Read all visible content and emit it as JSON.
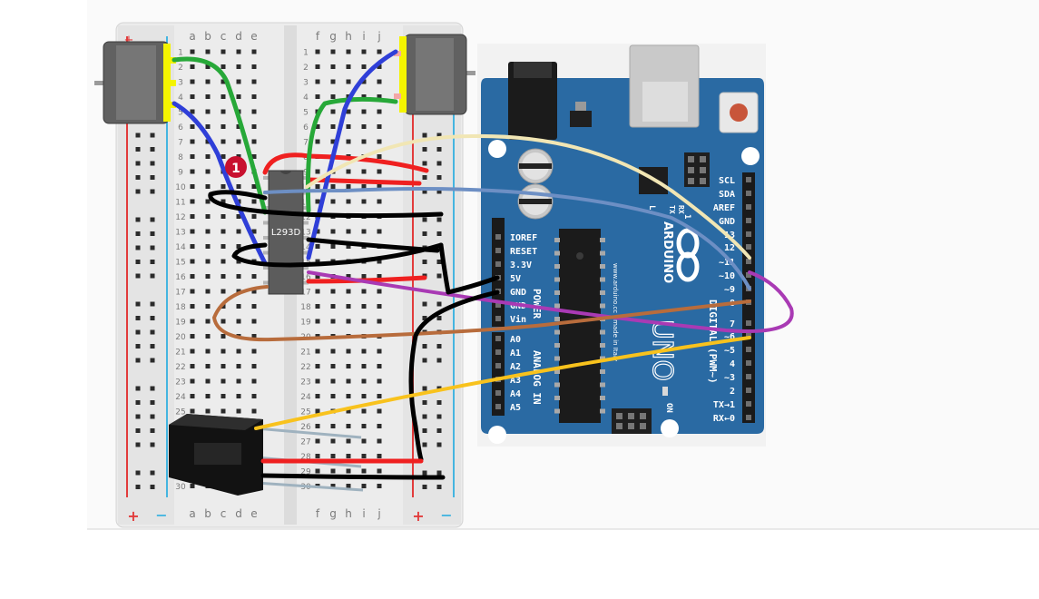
{
  "colors": {
    "board_blue": "#2a6aa3",
    "breadboard": "#ececec",
    "rail_red": "#e23b3b",
    "rail_blue": "#44b5e0",
    "wire_green": "#27a838",
    "wire_blue": "#2f3fd8",
    "wire_red": "#ef2020",
    "wire_black": "#000000",
    "wire_cream": "#f1e6b4",
    "wire_steel": "#6d8fc4",
    "wire_purple": "#a93ab4",
    "wire_brown": "#b86c3c",
    "wire_yellow": "#f8c21d",
    "motor_highlight": "#f4f400",
    "badge": "#c8102e"
  },
  "breadboard": {
    "col_letters_left": [
      "a",
      "b",
      "c",
      "d",
      "e"
    ],
    "col_letters_right": [
      "f",
      "g",
      "h",
      "i",
      "j"
    ],
    "row_numbers": [
      "1",
      "2",
      "3",
      "4",
      "5",
      "6",
      "7",
      "8",
      "9",
      "10",
      "11",
      "12",
      "13",
      "14",
      "15",
      "16",
      "17",
      "18",
      "19",
      "20",
      "21",
      "22",
      "23",
      "24",
      "25",
      "26",
      "27",
      "28",
      "29",
      "30"
    ],
    "rail_plus": "+",
    "rail_minus": "−"
  },
  "chip": {
    "label": "L293D"
  },
  "step_badge": "1",
  "arduino": {
    "logo_text": "ARDUINO",
    "model_text": "UNO",
    "url_text": "www.arduino.cc - made in Italy",
    "right_header_labels": [
      "SCL",
      "SDA",
      "AREF",
      "GND",
      "13",
      "12",
      "~11",
      "~10",
      "~9",
      "8",
      "7",
      "~6",
      "~5",
      "4",
      "~3",
      "2",
      "TX→1",
      "RX←0"
    ],
    "digital_label": "DIGITAL (PWM~)",
    "left_power_labels": [
      "IOREF",
      "RESET",
      "3.3V",
      "5V",
      "GND",
      "GND",
      "Vin"
    ],
    "power_label": "POWER",
    "left_analog_labels": [
      "A0",
      "A1",
      "A2",
      "A3",
      "A4",
      "A5"
    ],
    "analog_label": "ANALOG IN",
    "on_label": "ON",
    "l_label": "L",
    "tx_label": "TX",
    "rx_label": "RX",
    "one_label": "1"
  }
}
